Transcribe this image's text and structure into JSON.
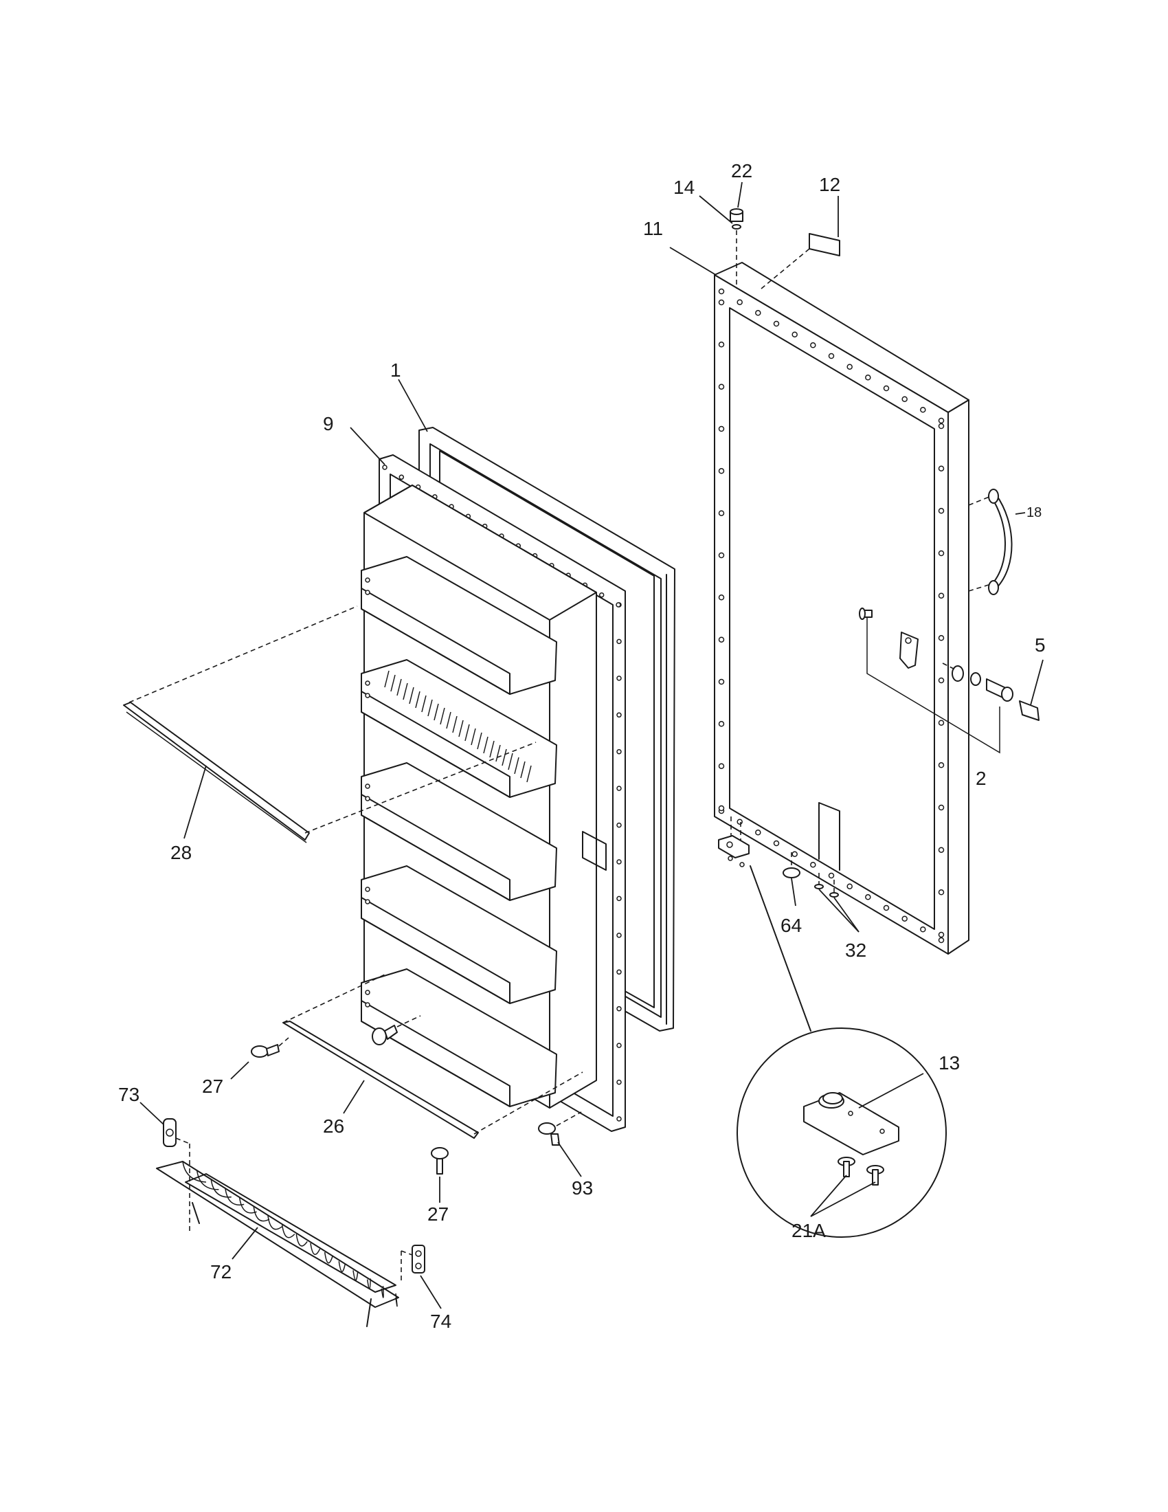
{
  "callouts": {
    "c1": "1",
    "c2": "2",
    "c5": "5",
    "c9": "9",
    "c11": "11",
    "c12": "12",
    "c13": "13",
    "c14": "14",
    "c18": "18",
    "c21a": "21A",
    "c22": "22",
    "c26": "26",
    "c27a": "27",
    "c27b": "27",
    "c28": "28",
    "c32": "32",
    "c64": "64",
    "c72": "72",
    "c73": "73",
    "c74": "74",
    "c93": "93"
  },
  "icons": {
    "door_panel": "door-outer-panel-icon",
    "gasket": "door-gasket-icon",
    "inner_liner": "door-inner-liner-icon",
    "shelf_rail": "shelf-rail-icon",
    "basket": "wire-basket-icon",
    "hinge": "hinge-icon",
    "handle": "door-handle-icon",
    "lock": "lock-icon"
  },
  "colors": {
    "line": "#1a1a1a",
    "background": "#ffffff"
  }
}
